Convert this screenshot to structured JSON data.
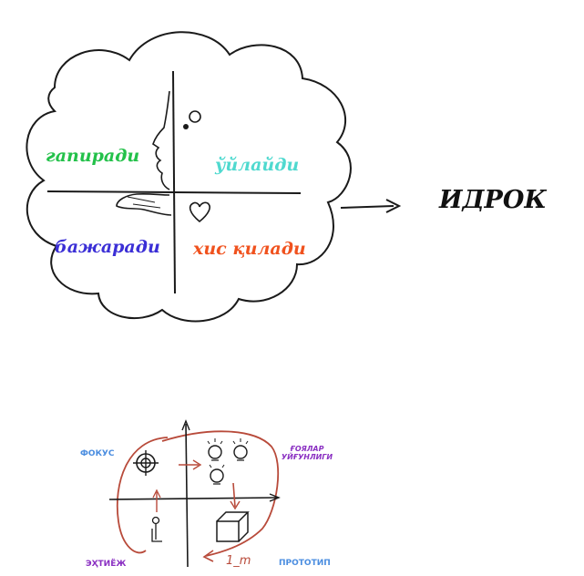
{
  "top_diagram": {
    "quadrants": {
      "top_left": "гапиради",
      "top_right": "ўйлайди",
      "bottom_left": "бажаради",
      "bottom_right": "хис қилади"
    },
    "result_label": "ИДРОК",
    "colors": {
      "top_left": "#23c14a",
      "top_right": "#4fd9cf",
      "bottom_left": "#3b2fd6",
      "bottom_right": "#f0521e",
      "result": "#111111"
    }
  },
  "bottom_diagram": {
    "labels": {
      "top_left": "ФОКУС",
      "top_right": "ҒОЯЛАР УЙҒУНЛИГИ",
      "bottom_left": "ЭҲТИЁЖ",
      "bottom_right": "ПРОТОТИП",
      "handwritten": "1_m"
    },
    "colors": {
      "top_left": "#4a8de0",
      "top_right": "#8a2fc2",
      "bottom_left": "#8a2fc2",
      "bottom_right": "#4a8de0",
      "loop": "#b84a3a"
    }
  }
}
